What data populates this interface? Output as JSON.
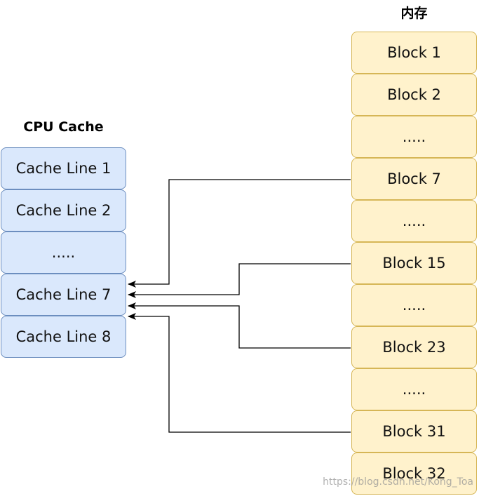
{
  "cache": {
    "title": "CPU Cache",
    "lines": [
      "Cache Line 1",
      "Cache Line 2",
      ".....",
      "Cache Line 7",
      "Cache Line 8"
    ]
  },
  "memory": {
    "title": "内存",
    "blocks": [
      "Block 1",
      "Block 2",
      ".....",
      "Block 7",
      ".....",
      "Block 15",
      ".....",
      "Block 23",
      ".....",
      "Block 31",
      "Block 32"
    ]
  },
  "mappings": [
    {
      "from": "Block 7",
      "to": "Cache Line 7"
    },
    {
      "from": "Block 15",
      "to": "Cache Line 7"
    },
    {
      "from": "Block 23",
      "to": "Cache Line 7"
    },
    {
      "from": "Block 31",
      "to": "Cache Line 7"
    }
  ],
  "watermark": "https://blog.csdn.net/Kong_Toa",
  "colors": {
    "cache_fill": "#dae8fc",
    "cache_stroke": "#6c8ebf",
    "mem_fill": "#fff2cc",
    "mem_stroke": "#d6b656",
    "arrow": "#000000"
  }
}
